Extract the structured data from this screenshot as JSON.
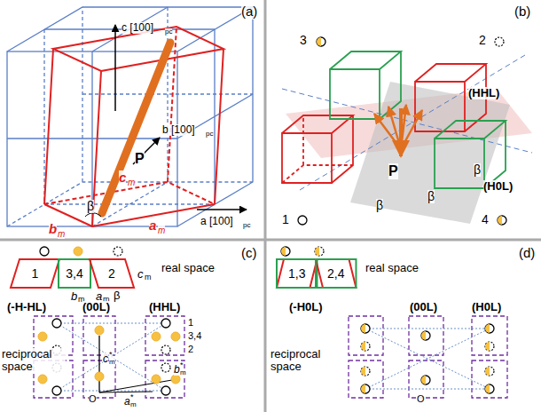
{
  "diagram": {
    "nodes": [
      {
        "text": [
          "1"
        ]
      },
      {
        "text": [
          "3,4"
        ]
      },
      {
        "text": [
          "2"
        ]
      },
      {
        "text": [
          "1,3"
        ]
      },
      {
        "text": [
          "2,4"
        ]
      }
    ],
    "labels": [
      "(a)",
      "c [100]",
      "pc",
      "b [100]",
      "pc",
      "a [100]",
      "pc",
      "c",
      "m",
      "P",
      "β",
      "b",
      "m",
      "a",
      "m",
      "(b)",
      "3",
      "2",
      "(HHL)",
      "P",
      "β",
      "β",
      "β",
      "(H0L)",
      "1",
      "4",
      "(c)",
      "real space",
      "c",
      "m",
      "β",
      "b",
      "m",
      "a",
      "m",
      "(00L)",
      "(HHL)",
      "(-H-HL)",
      "reciprocal space",
      "1",
      "3,4",
      "2",
      "c",
      "m",
      "*",
      "b",
      "m",
      "*",
      "a",
      "m",
      "*",
      "O",
      "(d)",
      "real space",
      "(00L)",
      "(H0L)",
      "(-H0L)",
      "reciprocal space",
      "O"
    ]
  }
}
